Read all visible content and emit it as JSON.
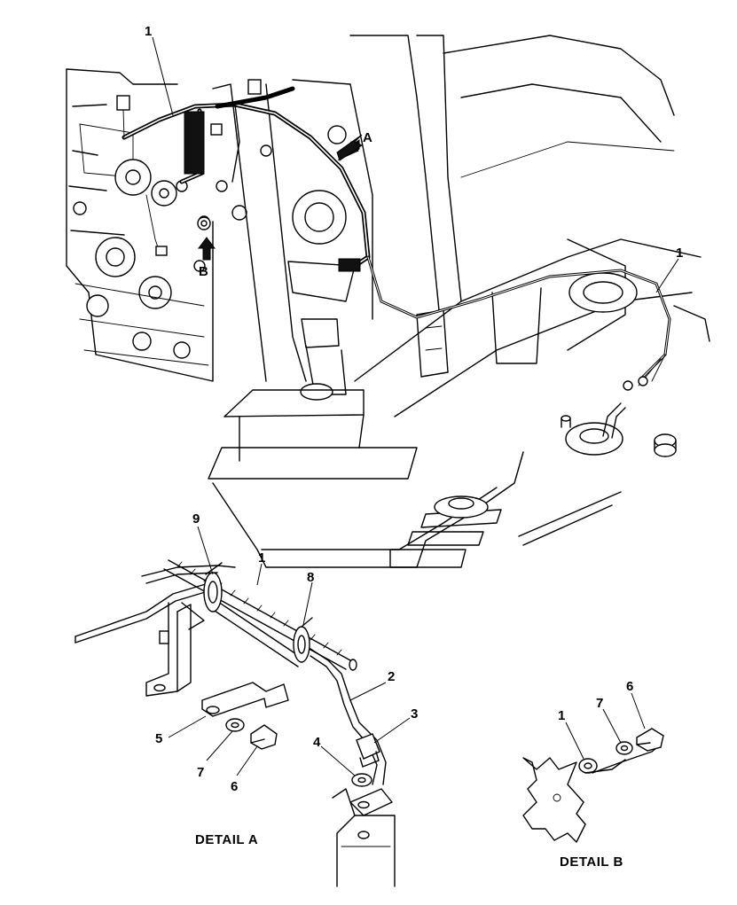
{
  "callouts": {
    "top_harness": "1",
    "right_harness": "1",
    "arrow_a": "A",
    "arrow_b": "B",
    "detail_a_9": "9",
    "detail_a_1": "1",
    "detail_a_8": "8",
    "detail_a_2": "2",
    "detail_a_3": "3",
    "detail_a_4": "4",
    "detail_a_5": "5",
    "detail_a_7": "7",
    "detail_a_6": "6",
    "detail_b_1": "1",
    "detail_b_7": "7",
    "detail_b_6": "6"
  },
  "captions": {
    "detail_a": "DETAIL A",
    "detail_b": "DETAIL B"
  },
  "colors": {
    "line": "#000000",
    "background": "#ffffff"
  }
}
